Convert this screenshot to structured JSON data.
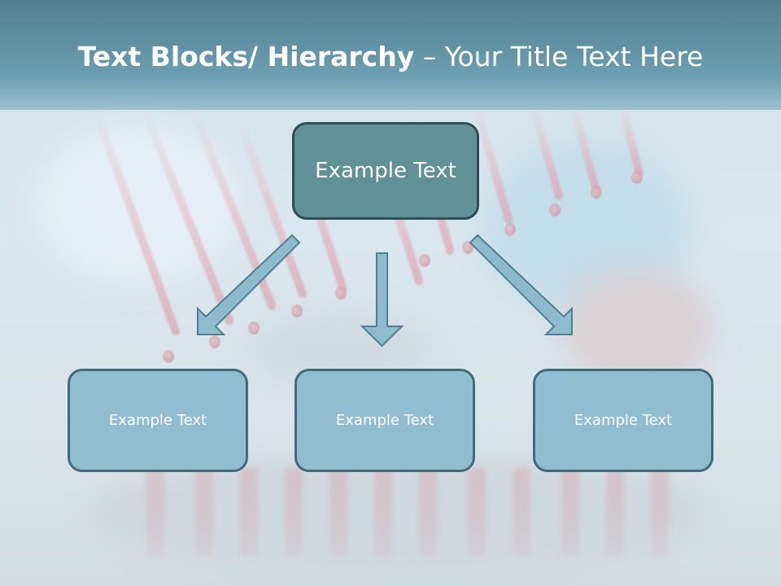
{
  "slide": {
    "title_bold": "Text Blocks/ Hierarchy",
    "title_dash": " – ",
    "title_rest": "Your Title Text Here"
  },
  "hierarchy": {
    "root": {
      "label": "Example Text"
    },
    "children": [
      {
        "label": "Example Text"
      },
      {
        "label": "Example Text"
      },
      {
        "label": "Example Text"
      }
    ]
  },
  "colors": {
    "title_bar": "#507f90",
    "root_box": "#5f9196",
    "child_box": "#8abacc",
    "arrow_fill": "#8fbccd",
    "arrow_stroke": "#4f7f90"
  }
}
